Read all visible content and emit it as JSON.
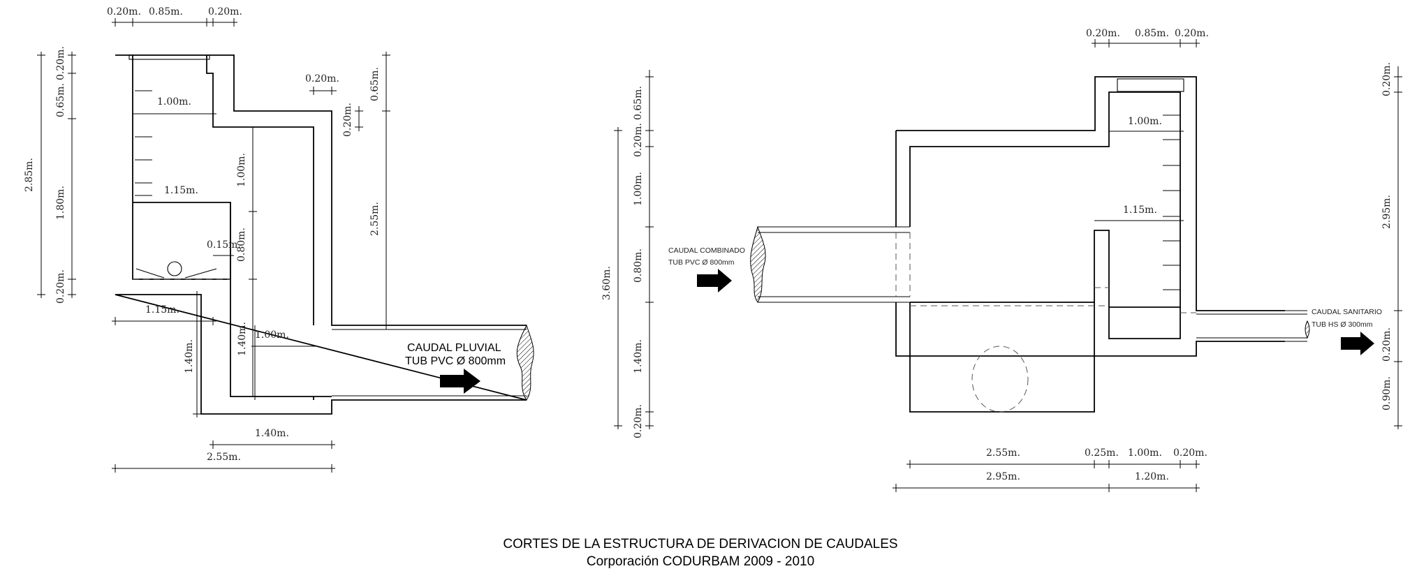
{
  "left_section": {
    "flow_label_line1": "CAUDAL PLUVIAL",
    "flow_label_line2": "TUB PVC Ø 800mm",
    "top_dims": [
      "0.20m.",
      "0.85m.",
      "0.20m."
    ],
    "left_vertical_dims": [
      "2.85m.",
      "0.65m.",
      "0.20m.",
      "1.80m.",
      "0.20m."
    ],
    "inner_dims": [
      "1.00m.",
      "1.15m.",
      "0.15m.",
      "1.00m.",
      "0.80m."
    ],
    "upper_right_dims": [
      "0.20m.",
      "0.20m.",
      "0.65m.",
      "2.55m."
    ],
    "lower_dims": [
      "1.15m.",
      "1.40m.",
      "1.40m.",
      "1.00m.",
      "1.40m.",
      "2.55m."
    ]
  },
  "right_section": {
    "inflow_label_line1": "CAUDAL COMBINADO",
    "inflow_label_line2": "TUB PVC Ø 800mm",
    "outflow_label_line1": "CAUDAL SANITARIO",
    "outflow_label_line2": "TUB HS Ø 300mm",
    "top_dims": [
      "0.20m.",
      "0.85m.",
      "0.20m."
    ],
    "left_vertical_dims": [
      "3.60m.",
      "0.65m.",
      "0.20m.",
      "1.00m.",
      "0.80m.",
      "1.40m.",
      "0.20m."
    ],
    "inner_dims": [
      "1.00m.",
      "1.15m."
    ],
    "right_vertical_dims": [
      "0.20m.",
      "2.95m.",
      "0.20m.",
      "0.90m."
    ],
    "bottom_row1": [
      "2.55m.",
      "0.25m.",
      "1.00m.",
      "0.20m."
    ],
    "bottom_row2": [
      "2.95m.",
      "1.20m."
    ]
  },
  "caption": {
    "line1": "CORTES DE LA ESTRUCTURA DE DERIVACION DE CAUDALES",
    "line2": "Corporación CODURBAM 2009 - 2010"
  }
}
